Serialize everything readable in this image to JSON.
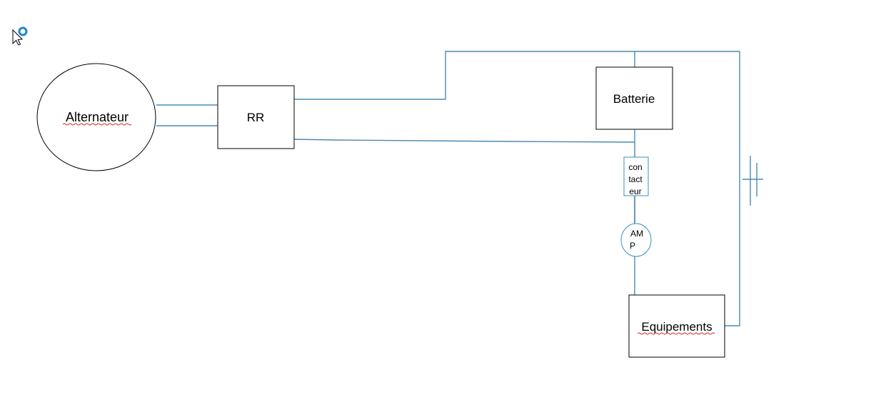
{
  "nodes": {
    "alternator": {
      "label": "Alternateur"
    },
    "regulator": {
      "label": "RR"
    },
    "battery": {
      "label": "Batterie"
    },
    "contactor": {
      "label_lines": [
        "con",
        "tact",
        "eur"
      ]
    },
    "ammeter": {
      "label_lines": [
        "AM",
        "P"
      ]
    },
    "equipment": {
      "label": "Equipements"
    }
  },
  "colors": {
    "wire": "#4a8ab5",
    "outline": "#000000",
    "small_component_outline": "#3a8fc0",
    "spellcheck_underline": "#e02020",
    "cursor_ring": "#1e88d0"
  },
  "icons": {
    "cursor": "mouse-pointer-busy-icon",
    "ground": "ground-symbol-icon"
  }
}
